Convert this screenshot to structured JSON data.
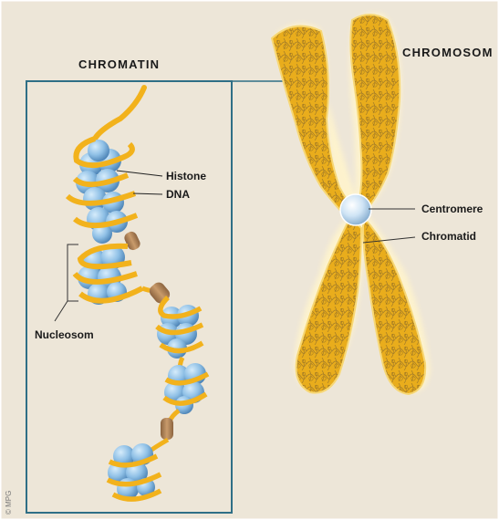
{
  "labels": {
    "chromatin": "CHROMATIN",
    "chromosome": "CHROMOSOM",
    "histone": "Histone",
    "dna": "DNA",
    "nucleosome": "Nucleosom",
    "centromere": "Centromere",
    "chromatid": "Chromatid"
  },
  "copyright": "© MPG",
  "colors": {
    "background": "#ede6d8",
    "frame": "#2f6f86",
    "dna": "#f2b21c",
    "histone": "#8fc0e6",
    "chromosome": "#e9ad1c",
    "linker": "#b88a5c"
  }
}
